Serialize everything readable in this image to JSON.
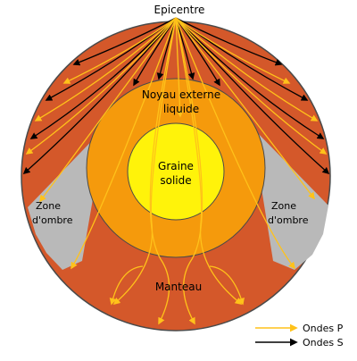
{
  "labels": {
    "epicentre": "Epicentre",
    "outer_core_line1": "Noyau externe",
    "outer_core_line2": "liquide",
    "inner_core_line1": "Graine",
    "inner_core_line2": "solide",
    "shadow_left_line1": "Zone",
    "shadow_left_line2": "d'ombre",
    "shadow_right_line1": "Zone",
    "shadow_right_line2": "d'ombre",
    "mantle": "Manteau"
  },
  "legend": {
    "p_waves": "Ondes P",
    "s_waves": "Ondes S"
  },
  "colors": {
    "mantle": "#d4582a",
    "outer_core": "#f59a0c",
    "inner_core": "#fff30a",
    "shadow_zone": "#b9b9b9",
    "outline": "#4a4a4a",
    "p_waves": "#ffc21a",
    "s_waves": "#000000"
  }
}
